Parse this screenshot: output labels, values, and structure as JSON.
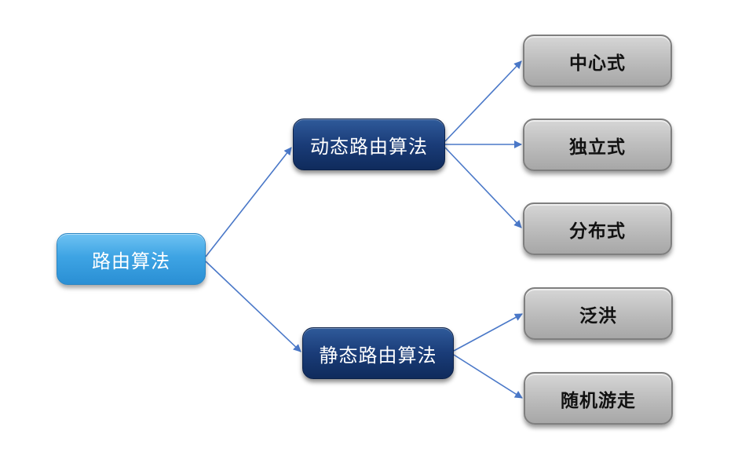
{
  "diagram": {
    "root": {
      "label": "路由算法"
    },
    "dynamic": {
      "label": "动态路由算法",
      "children": [
        "中心式",
        "独立式",
        "分布式"
      ]
    },
    "static": {
      "label": "静态路由算法",
      "children": [
        "泛洪",
        "随机游走"
      ]
    }
  },
  "colors": {
    "edge": "#4a78c8",
    "root_fill": "#3ea4e4",
    "mid_fill": "#1a3c78",
    "leaf_fill": "#bdbdbd"
  }
}
